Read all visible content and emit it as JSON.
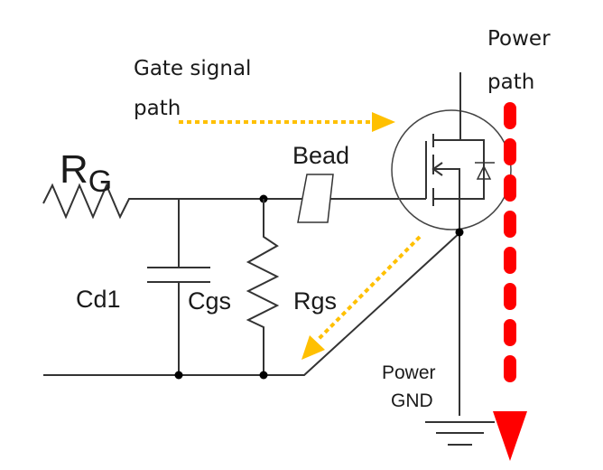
{
  "labels": {
    "rg_main": "R",
    "rg_sub": "G",
    "bead": "Bead",
    "cd1": "Cd1",
    "cgs": "Cgs",
    "rgs": "Rgs",
    "gate_signal_line1": "Gate signal",
    "gate_signal_line2": "path",
    "power_path_line1": "Power",
    "power_path_line2": "path",
    "power_gnd_line1": "Power",
    "power_gnd_line2": "GND"
  },
  "colors": {
    "wire": "#333333",
    "gate_path": "#ffc000",
    "power_path": "#ff0000",
    "text": "#1a1a1a"
  }
}
